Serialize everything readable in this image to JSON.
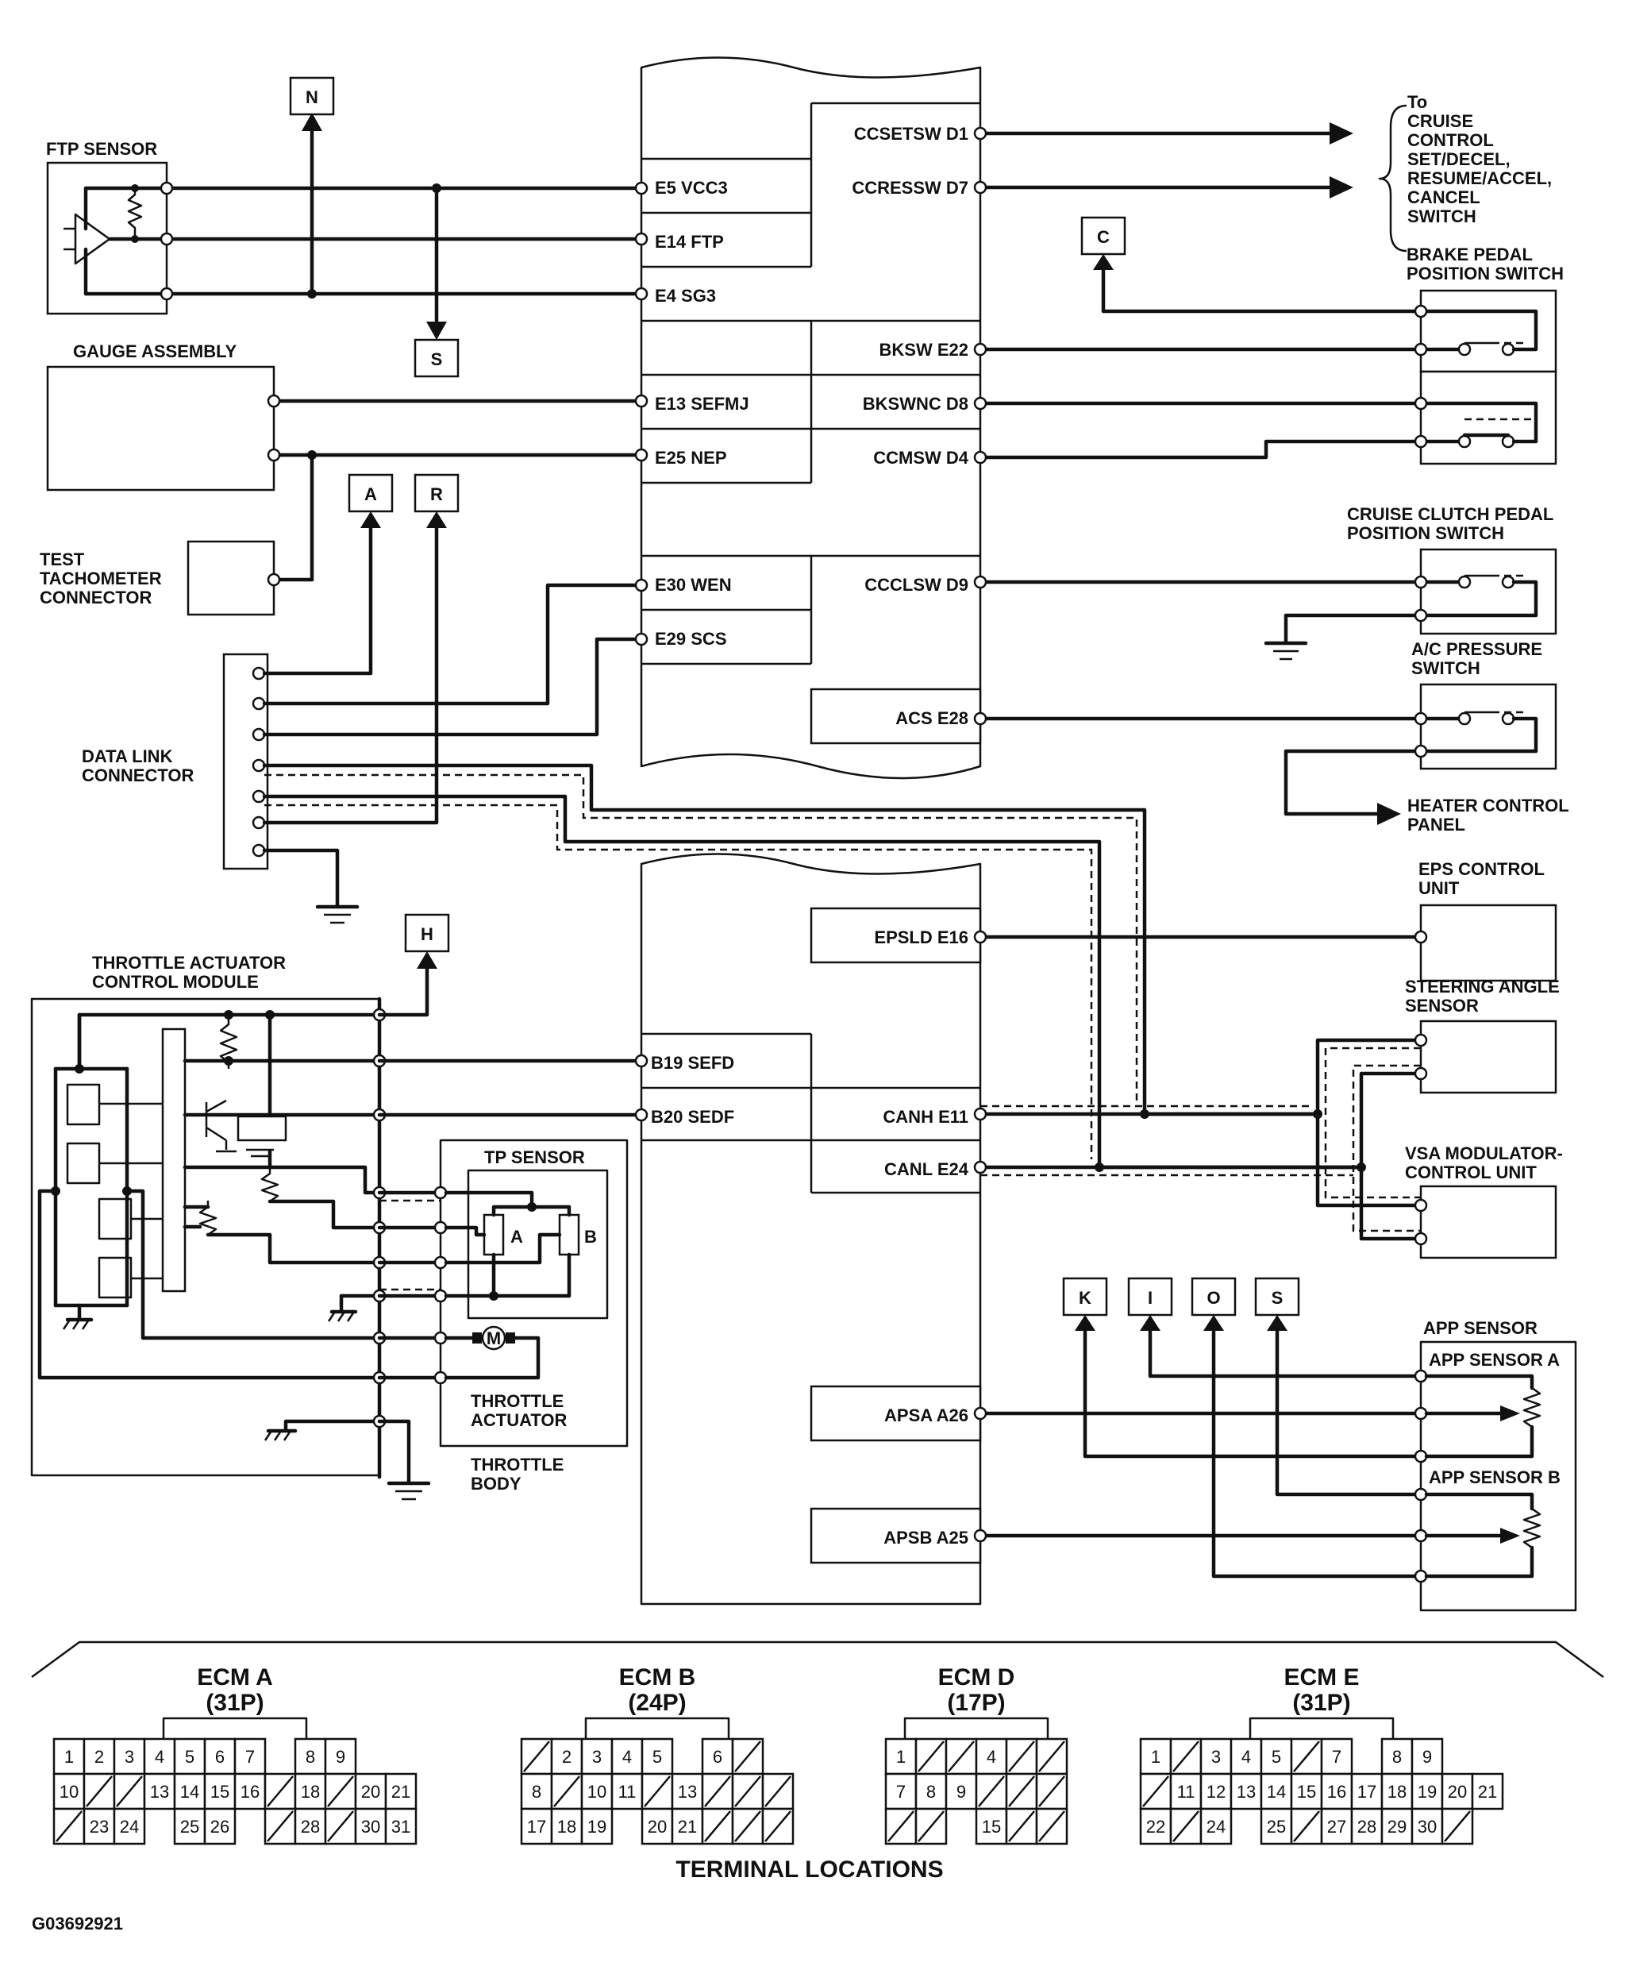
{
  "figure_code": "G03692921",
  "title": "TERMINAL LOCATIONS",
  "components": {
    "ftp_sensor": "FTP SENSOR",
    "gauge_assembly": "GAUGE ASSEMBLY",
    "test_tach": [
      "TEST",
      "TACHOMETER",
      "CONNECTOR"
    ],
    "dlc": [
      "DATA LINK",
      "CONNECTOR"
    ],
    "tacm": [
      "THROTTLE ACTUATOR",
      "CONTROL MODULE"
    ],
    "tp_sensor": "TP SENSOR",
    "tp_a": "A",
    "tp_b": "B",
    "throttle_actuator": [
      "THROTTLE",
      "ACTUATOR"
    ],
    "throttle_body": [
      "THROTTLE",
      "BODY"
    ],
    "cruise_to": [
      "To",
      "CRUISE",
      "CONTROL",
      "SET/DECEL,",
      "RESUME/ACCEL,",
      "CANCEL",
      "SWITCH"
    ],
    "brake_switch": [
      "BRAKE PEDAL",
      "POSITION SWITCH"
    ],
    "clutch_switch": [
      "CRUISE CLUTCH PEDAL",
      "POSITION SWITCH"
    ],
    "ac_switch": [
      "A/C PRESSURE",
      "SWITCH"
    ],
    "heater": [
      "HEATER CONTROL",
      "PANEL"
    ],
    "eps": [
      "EPS CONTROL",
      "UNIT"
    ],
    "steering": [
      "STEERING ANGLE",
      "SENSOR"
    ],
    "vsa": [
      "VSA MODULATOR-",
      "CONTROL UNIT"
    ],
    "app": "APP SENSOR",
    "app_a": "APP SENSOR A",
    "app_b": "APP SENSOR B",
    "motor": "M"
  },
  "refs": {
    "n": "N",
    "s_top": "S",
    "a": "A",
    "r": "R",
    "c": "C",
    "h": "H",
    "k": "K",
    "i": "I",
    "o": "O",
    "s_bot": "S"
  },
  "ecm_left": {
    "e5": "E5 VCC3",
    "e14": "E14 FTP",
    "e4": "E4 SG3",
    "e13": "E13 SEFMJ",
    "e25": "E25 NEP",
    "e30": "E30 WEN",
    "e29": "E29 SCS",
    "b19": "B19 SEFD",
    "b20": "B20 SEDF"
  },
  "ecm_right": {
    "d1": "CCSETSW D1",
    "d7": "CCRESSW D7",
    "e22": "BKSW E22",
    "d8": "BKSWNC D8",
    "d4": "CCMSW D4",
    "d9": "CCCLSW D9",
    "e28": "ACS E28",
    "e16": "EPSLD E16",
    "e11": "CANH E11",
    "e24": "CANL E24",
    "a26": "APSA A26",
    "a25": "APSB A25"
  },
  "connectors": [
    {
      "name": "ECM A",
      "pins": "(31P)",
      "rows": [
        [
          "1",
          "2",
          "3",
          "4",
          "5",
          "6",
          "7",
          "",
          "8",
          "9"
        ],
        [
          "10",
          "/",
          "/",
          "13",
          "14",
          "15",
          "16",
          "/",
          "18",
          "/",
          "20",
          "21"
        ],
        [
          "/",
          "23",
          "24",
          "",
          "25",
          "26",
          "",
          "/",
          "28",
          "/",
          "30",
          "31"
        ]
      ]
    },
    {
      "name": "ECM B",
      "pins": "(24P)",
      "rows": [
        [
          "/",
          "2",
          "3",
          "4",
          "5",
          "",
          "6",
          "/"
        ],
        [
          "8",
          "/",
          "10",
          "11",
          "/",
          "13",
          "/",
          "/",
          "/"
        ],
        [
          "17",
          "18",
          "19",
          "",
          "20",
          "21",
          "/",
          "/",
          "/"
        ]
      ]
    },
    {
      "name": "ECM D",
      "pins": "(17P)",
      "rows": [
        [
          "1",
          "/",
          "/",
          "4",
          "/",
          "/"
        ],
        [
          "7",
          "8",
          "9",
          "/",
          "/",
          "/"
        ],
        [
          "/",
          "/",
          "",
          "15",
          "/",
          "/"
        ]
      ]
    },
    {
      "name": "ECM E",
      "pins": "(31P)",
      "rows": [
        [
          "1",
          "/",
          "3",
          "4",
          "5",
          "/",
          "7",
          "",
          "8",
          "9"
        ],
        [
          "/",
          "11",
          "12",
          "13",
          "14",
          "15",
          "16",
          "17",
          "18",
          "19",
          "20",
          "21"
        ],
        [
          "22",
          "/",
          "24",
          "",
          "25",
          "/",
          "27",
          "28",
          "29",
          "30",
          "/"
        ]
      ]
    }
  ]
}
